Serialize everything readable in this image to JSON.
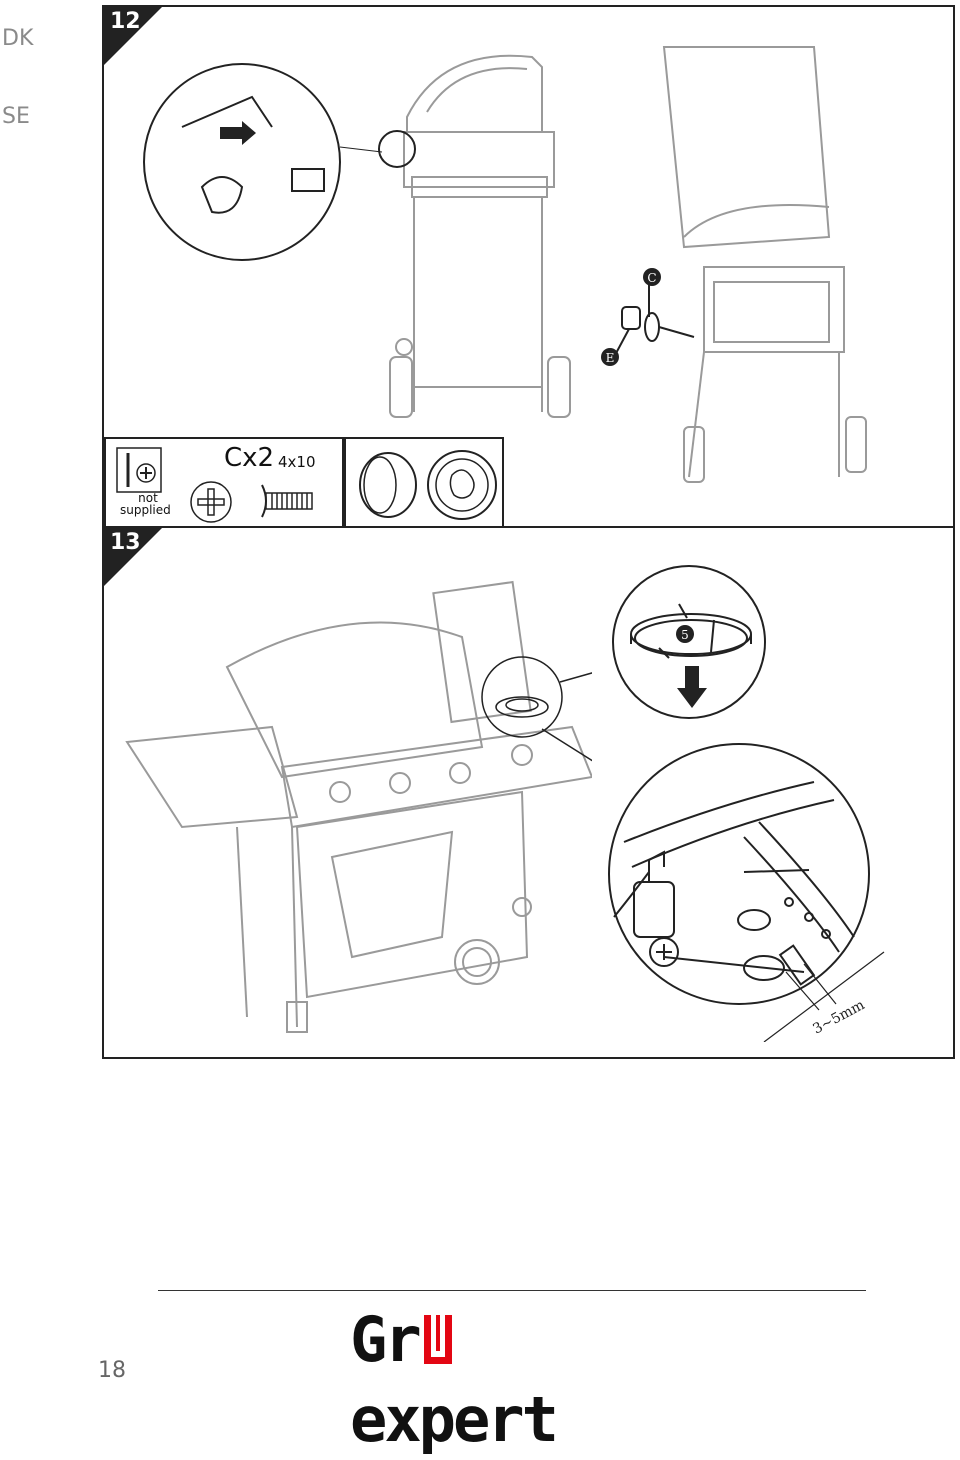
{
  "side_labels": [
    "DK",
    "SE"
  ],
  "steps": [
    {
      "number": "12"
    },
    {
      "number": "13"
    }
  ],
  "parts_panel": {
    "not_supplied_line1": "not",
    "not_supplied_line2": "supplied",
    "screw_code": "Cx2",
    "screw_size": "4x10"
  },
  "callouts": {
    "label_c": "C",
    "label_e": "E",
    "label_5": "5",
    "gap_measure": "3~5mm"
  },
  "footer": {
    "page_number": "18",
    "brand_prefix": "Gr",
    "brand_suffix": "expert"
  },
  "colors": {
    "line": "#222222",
    "faded": "#9a9a9a",
    "brand_accent": "#e30613"
  }
}
